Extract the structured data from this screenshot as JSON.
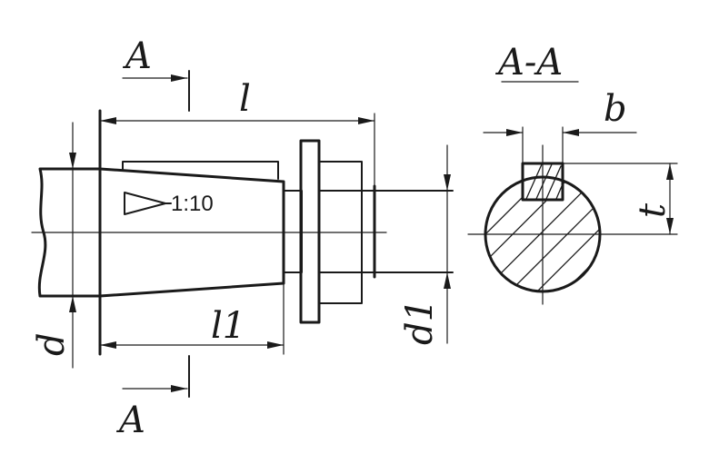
{
  "labels": {
    "section_top": "A",
    "section_bottom": "A",
    "section_title": "A-A",
    "length_overall": "l",
    "length_taper": "l1",
    "diameter_shaft": "d",
    "diameter_thread": "d1",
    "key_width": "b",
    "key_depth": "t",
    "taper_ratio": "1:10"
  },
  "colors": {
    "line": "#1a1a1a",
    "background": "#ffffff"
  }
}
